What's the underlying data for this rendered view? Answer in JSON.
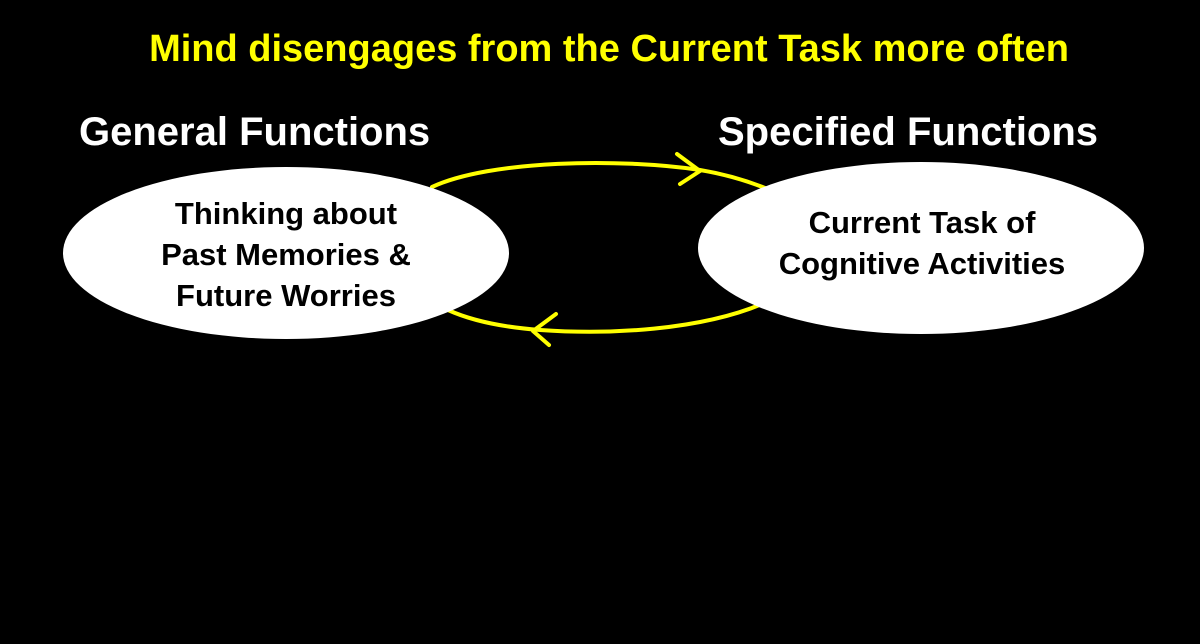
{
  "title": "Mind disengages from the Current Task more often",
  "left": {
    "heading": "General Functions",
    "lines": [
      "Thinking about",
      "Past Memories &",
      "Future Worries"
    ]
  },
  "right": {
    "heading": "Specified Functions",
    "lines": [
      "Current Task of",
      "Cognitive Activities"
    ]
  },
  "colors": {
    "background": "#000000",
    "title": "#ffff00",
    "heading": "#ffffff",
    "ellipse_fill": "#ffffff",
    "ellipse_text": "#000000",
    "arrow": "#ffff00"
  }
}
